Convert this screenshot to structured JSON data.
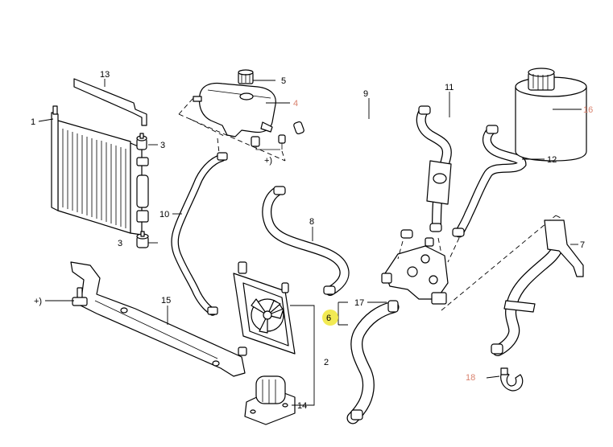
{
  "callouts": {
    "n1": "1",
    "n2": "2",
    "n3a": "3",
    "n3b": "3",
    "n4": "4",
    "n5": "5",
    "n6": "6",
    "n7": "7",
    "n8": "8",
    "n9": "9",
    "n10": "10",
    "n11": "11",
    "n12": "12",
    "n13": "13",
    "n14": "14",
    "n15": "15",
    "n16": "16",
    "n17": "17",
    "n18": "18",
    "plus_a": "+)",
    "plus_b": "+)"
  },
  "colors": {
    "callout_default": "#000000",
    "callout_highlight": "#d9826e",
    "selection_marker": "#f2ea54"
  }
}
